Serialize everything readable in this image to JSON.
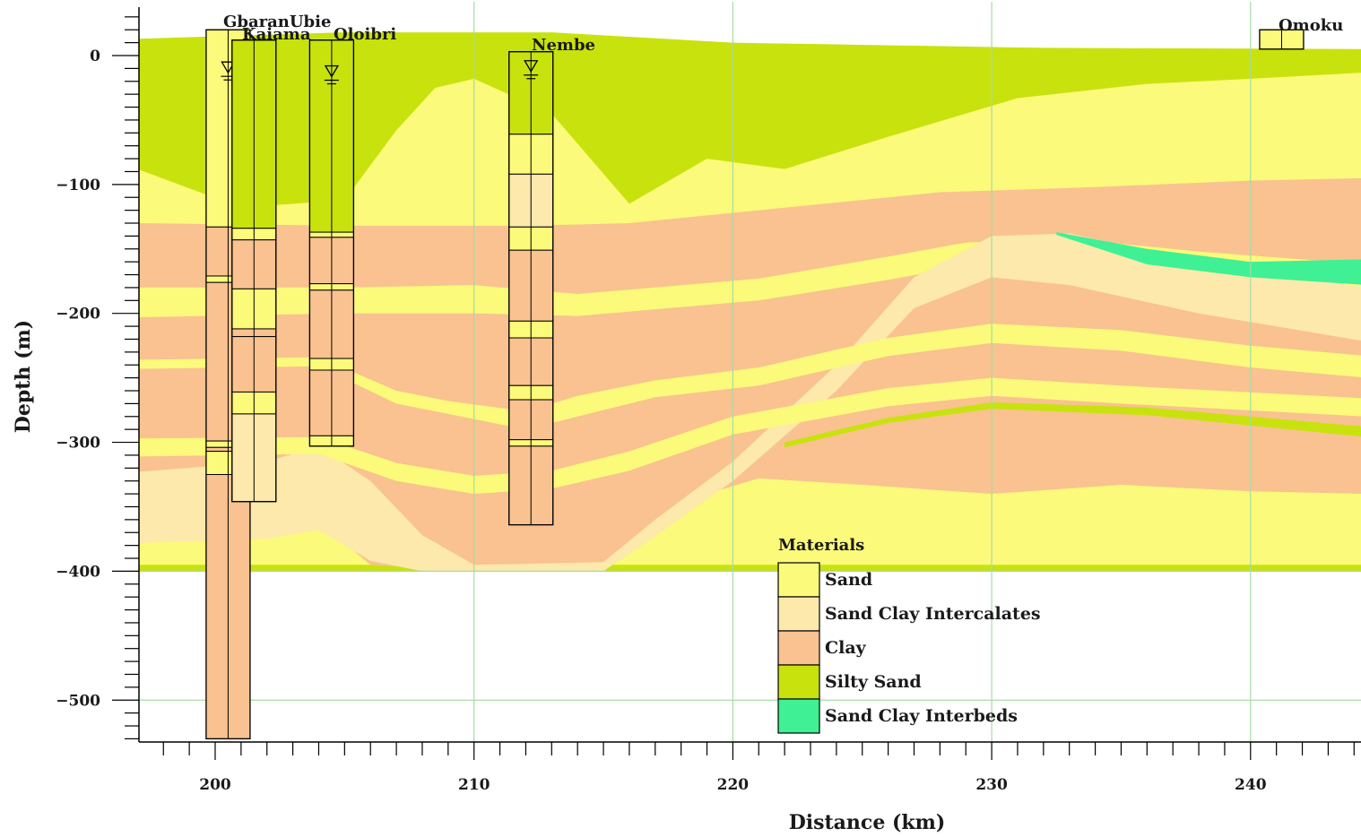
{
  "chart_data": {
    "type": "area",
    "title": "",
    "xlabel": "Distance (km)",
    "ylabel": "Depth (m)",
    "xlim": [
      197,
      244.5
    ],
    "ylim": [
      -530,
      35
    ],
    "x_ticks": [
      200,
      210,
      220,
      230,
      240
    ],
    "y_ticks": [
      0,
      -100,
      -200,
      -300,
      -400,
      -500
    ],
    "x_grid": [
      210,
      220,
      230,
      240
    ],
    "y_grid": [
      -400,
      -500
    ],
    "colors": {
      "Sand": "#fbfa7a",
      "Sand Clay Intercalates": "#fce9ab",
      "Clay": "#f9c290",
      "Silty Sand": "#c8e20e",
      "Sand Clay Interbeds": "#3ff095"
    },
    "legend": {
      "title": "Materials",
      "placement": "bottom-center",
      "items": [
        "Sand",
        "Sand Clay Intercalates",
        "Clay",
        "Silty Sand",
        "Sand Clay Interbeds"
      ]
    },
    "section_base": -400,
    "layers": [
      {
        "material": "Silty Sand",
        "top": [
          [
            197,
            13
          ],
          [
            205,
            18
          ],
          [
            213,
            18
          ],
          [
            220,
            10
          ],
          [
            232,
            6
          ],
          [
            244.5,
            5
          ]
        ],
        "bottom": [
          [
            197,
            -400
          ],
          [
            244.5,
            -400
          ]
        ]
      },
      {
        "material": "Sand",
        "top": [
          [
            197,
            -88
          ],
          [
            201,
            -118
          ],
          [
            205,
            -112
          ],
          [
            207,
            -58
          ],
          [
            208.5,
            -25
          ],
          [
            210,
            -18
          ],
          [
            213,
            -45
          ],
          [
            216,
            -115
          ],
          [
            219,
            -80
          ],
          [
            222,
            -88
          ],
          [
            226,
            -63
          ],
          [
            231,
            -33
          ],
          [
            236,
            -22
          ],
          [
            240,
            -18
          ],
          [
            244.5,
            -13
          ]
        ],
        "bottom": [
          [
            197,
            -395
          ],
          [
            244.5,
            -395
          ]
        ]
      },
      {
        "material": "Clay",
        "top": [
          [
            197,
            -130
          ],
          [
            205,
            -132
          ],
          [
            212,
            -132
          ],
          [
            216,
            -130
          ],
          [
            222,
            -118
          ],
          [
            228,
            -106
          ],
          [
            234,
            -102
          ],
          [
            240,
            -97
          ],
          [
            244.5,
            -95
          ]
        ],
        "bottom": [
          [
            197,
            -375
          ],
          [
            202,
            -370
          ],
          [
            204,
            -362
          ],
          [
            206,
            -395
          ],
          [
            210,
            -400
          ],
          [
            214.5,
            -398
          ],
          [
            217,
            -372
          ],
          [
            219,
            -340
          ],
          [
            221,
            -328
          ],
          [
            225,
            -333
          ],
          [
            230,
            -340
          ],
          [
            235,
            -333
          ],
          [
            240,
            -338
          ],
          [
            244.5,
            -340
          ]
        ]
      },
      {
        "material": "Sand",
        "top": [
          [
            197,
            -180
          ],
          [
            205,
            -180
          ],
          [
            210,
            -178
          ],
          [
            214,
            -185
          ],
          [
            221,
            -173
          ],
          [
            226,
            -156
          ],
          [
            229,
            -145
          ],
          [
            233,
            -142
          ],
          [
            238,
            -152
          ],
          [
            244.5,
            -162
          ]
        ],
        "bottom": [
          [
            197,
            -203
          ],
          [
            205,
            -200
          ],
          [
            210,
            -200
          ],
          [
            214,
            -202
          ],
          [
            221,
            -190
          ],
          [
            226,
            -174
          ],
          [
            229,
            -163
          ],
          [
            233,
            -160
          ],
          [
            238,
            -170
          ],
          [
            244.5,
            -180
          ]
        ]
      },
      {
        "material": "Sand Clay Intercalates",
        "top": [
          [
            197,
            -323
          ],
          [
            202,
            -315
          ],
          [
            204,
            -303
          ],
          [
            206,
            -330
          ],
          [
            208,
            -372
          ],
          [
            210,
            -395
          ],
          [
            215,
            -393
          ],
          [
            217,
            -360
          ],
          [
            220,
            -315
          ],
          [
            224,
            -240
          ],
          [
            227,
            -172
          ],
          [
            230,
            -140
          ],
          [
            233,
            -138
          ],
          [
            238,
            -160
          ],
          [
            244.5,
            -180
          ]
        ],
        "bottom": [
          [
            197,
            -378
          ],
          [
            202,
            -375
          ],
          [
            204,
            -368
          ],
          [
            206,
            -392
          ],
          [
            208,
            -400
          ],
          [
            212,
            -400
          ],
          [
            215,
            -400
          ],
          [
            217,
            -373
          ],
          [
            220,
            -330
          ],
          [
            224,
            -260
          ],
          [
            227,
            -196
          ],
          [
            230,
            -172
          ],
          [
            233,
            -178
          ],
          [
            238,
            -200
          ],
          [
            244.5,
            -222
          ]
        ]
      },
      {
        "material": "Sand",
        "top": [
          [
            197,
            -236
          ],
          [
            204,
            -234
          ],
          [
            207,
            -260
          ],
          [
            209,
            -268
          ],
          [
            212,
            -276
          ],
          [
            214,
            -264
          ],
          [
            217,
            -252
          ],
          [
            221,
            -242
          ],
          [
            226,
            -219
          ],
          [
            230,
            -208
          ],
          [
            235,
            -213
          ],
          [
            240,
            -225
          ],
          [
            244.5,
            -233
          ]
        ],
        "bottom": [
          [
            197,
            -243
          ],
          [
            204,
            -241
          ],
          [
            207,
            -270
          ],
          [
            209,
            -278
          ],
          [
            212,
            -290
          ],
          [
            214,
            -280
          ],
          [
            217,
            -265
          ],
          [
            221,
            -256
          ],
          [
            226,
            -233
          ],
          [
            230,
            -223
          ],
          [
            235,
            -229
          ],
          [
            240,
            -242
          ],
          [
            244.5,
            -250
          ]
        ]
      },
      {
        "material": "Sand",
        "top": [
          [
            197,
            -297
          ],
          [
            204,
            -296
          ],
          [
            207,
            -316
          ],
          [
            210,
            -326
          ],
          [
            213,
            -322
          ],
          [
            216,
            -307
          ],
          [
            220,
            -280
          ],
          [
            226,
            -258
          ],
          [
            230,
            -250
          ],
          [
            235,
            -256
          ],
          [
            244.5,
            -266
          ]
        ],
        "bottom": [
          [
            197,
            -311
          ],
          [
            204,
            -309
          ],
          [
            207,
            -330
          ],
          [
            210,
            -340
          ],
          [
            213,
            -336
          ],
          [
            216,
            -322
          ],
          [
            220,
            -294
          ],
          [
            226,
            -272
          ],
          [
            230,
            -264
          ],
          [
            235,
            -270
          ],
          [
            244.5,
            -280
          ]
        ]
      },
      {
        "material": "Silty Sand",
        "top": [
          [
            222,
            -300
          ],
          [
            226,
            -281
          ],
          [
            230,
            -269
          ],
          [
            236,
            -273
          ],
          [
            244.5,
            -288
          ]
        ],
        "bottom": [
          [
            222,
            -304
          ],
          [
            226,
            -285
          ],
          [
            230,
            -274
          ],
          [
            236,
            -279
          ],
          [
            244.5,
            -296
          ]
        ]
      },
      {
        "material": "Sand Clay Interbeds",
        "top": [
          [
            232.5,
            -137
          ],
          [
            236,
            -150
          ],
          [
            240,
            -160
          ],
          [
            244.5,
            -158
          ]
        ],
        "bottom": [
          [
            232.5,
            -139
          ],
          [
            236,
            -162
          ],
          [
            240,
            -172
          ],
          [
            244.5,
            -178
          ]
        ]
      }
    ],
    "wells": [
      {
        "name": "GbaranUbie",
        "x": 200.5,
        "top": 20,
        "bottom": -530,
        "water_level": -5,
        "ints": [
          [
            20,
            -133,
            "Sand"
          ],
          [
            -133,
            -171,
            "Clay"
          ],
          [
            -171,
            -176,
            "Sand"
          ],
          [
            -176,
            -299,
            "Clay"
          ],
          [
            -299,
            -304,
            "Sand"
          ],
          [
            -304,
            -307,
            "Clay"
          ],
          [
            -307,
            -325,
            "Sand"
          ],
          [
            -325,
            -530,
            "Clay"
          ]
        ]
      },
      {
        "name": "Kaiama",
        "x": 201.5,
        "top": 12,
        "bottom": -346,
        "water_level": null,
        "ints": [
          [
            12,
            -134,
            "Silty Sand"
          ],
          [
            -134,
            -143,
            "Sand"
          ],
          [
            -143,
            -181,
            "Clay"
          ],
          [
            -181,
            -212,
            "Sand"
          ],
          [
            -212,
            -218,
            "Clay"
          ],
          [
            -218,
            -261,
            "Clay"
          ],
          [
            -261,
            -278,
            "Sand"
          ],
          [
            -278,
            -346,
            "Sand Clay Intercalates"
          ]
        ]
      },
      {
        "name": "Oloibri",
        "x": 204.5,
        "top": 12,
        "bottom": -303,
        "water_level": -8,
        "ints": [
          [
            12,
            -137,
            "Silty Sand"
          ],
          [
            -137,
            -141,
            "Sand"
          ],
          [
            -141,
            -177,
            "Clay"
          ],
          [
            -177,
            -182,
            "Sand"
          ],
          [
            -182,
            -235,
            "Clay"
          ],
          [
            -235,
            -244,
            "Sand"
          ],
          [
            -244,
            -295,
            "Clay"
          ],
          [
            -295,
            -303,
            "Sand"
          ]
        ]
      },
      {
        "name": "Nembe",
        "x": 212.2,
        "top": 3,
        "bottom": -364,
        "water_level": -4,
        "ints": [
          [
            3,
            -61,
            "Silty Sand"
          ],
          [
            -61,
            -92,
            "Sand"
          ],
          [
            -92,
            -133,
            "Sand Clay Intercalates"
          ],
          [
            -133,
            -151,
            "Sand"
          ],
          [
            -151,
            -206,
            "Clay"
          ],
          [
            -206,
            -219,
            "Sand"
          ],
          [
            -219,
            -256,
            "Clay"
          ],
          [
            -256,
            -267,
            "Sand"
          ],
          [
            -267,
            -298,
            "Clay"
          ],
          [
            -298,
            -303,
            "Sand"
          ],
          [
            -303,
            -364,
            "Clay"
          ]
        ]
      },
      {
        "name": "Omoku",
        "x": 241.2,
        "top": 20,
        "bottom": 5,
        "water_level": null,
        "ints": [
          [
            20,
            5,
            "Sand"
          ]
        ]
      }
    ]
  }
}
